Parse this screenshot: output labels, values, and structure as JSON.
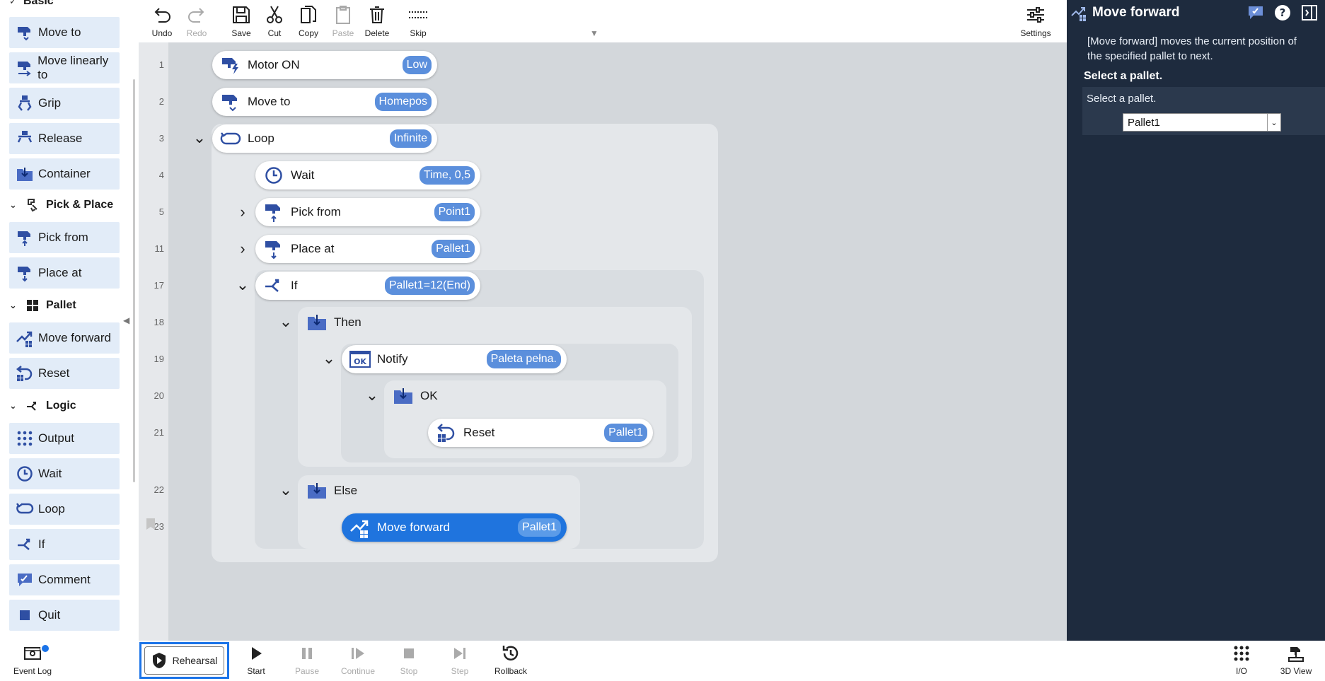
{
  "palette": {
    "cut_header": "Basic",
    "basic_items": [
      "Move to",
      "Move linearly to",
      "Grip",
      "Release",
      "Container"
    ],
    "pick_place_header": "Pick & Place",
    "pick_place_items": [
      "Pick from",
      "Place at"
    ],
    "pallet_header": "Pallet",
    "pallet_items": [
      "Move forward",
      "Reset"
    ],
    "logic_header": "Logic",
    "logic_items": [
      "Output",
      "Wait",
      "Loop",
      "If",
      "Comment",
      "Quit"
    ]
  },
  "toolbar": {
    "undo": "Undo",
    "redo": "Redo",
    "save": "Save",
    "cut": "Cut",
    "copy": "Copy",
    "paste": "Paste",
    "delete": "Delete",
    "skip": "Skip",
    "settings": "Settings"
  },
  "program": {
    "line_numbers": [
      "1",
      "2",
      "3",
      "4",
      "5",
      "11",
      "17",
      "18",
      "19",
      "20",
      "21",
      "22",
      "23"
    ],
    "blocks": {
      "motor_on": {
        "label": "Motor ON",
        "param": "Low"
      },
      "move_to": {
        "label": "Move to",
        "param": "Homepos"
      },
      "loop": {
        "label": "Loop",
        "param": "Infinite"
      },
      "wait": {
        "label": "Wait",
        "param": "Time, 0,5"
      },
      "pick_from": {
        "label": "Pick from",
        "param": "Point1"
      },
      "place_at": {
        "label": "Place at",
        "param": "Pallet1"
      },
      "if": {
        "label": "If",
        "param": "Pallet1=12(End)"
      },
      "then": {
        "label": "Then"
      },
      "notify": {
        "label": "Notify",
        "param": "Paleta pełna."
      },
      "ok": {
        "label": "OK"
      },
      "reset": {
        "label": "Reset",
        "param": "Pallet1"
      },
      "else": {
        "label": "Else"
      },
      "move_forward": {
        "label": "Move forward",
        "param": "Pallet1"
      }
    }
  },
  "right_panel": {
    "title": "Move forward",
    "description": "[Move forward] moves the current position of the specified pallet to next.",
    "section_title": "Select a pallet.",
    "field_label": "Select a pallet.",
    "selected_pallet": "Pallet1"
  },
  "bottom": {
    "event_log": "Event Log",
    "rehearsal": "Rehearsal",
    "start": "Start",
    "pause": "Pause",
    "continue": "Continue",
    "stop": "Stop",
    "step": "Step",
    "rollback": "Rollback",
    "io": "I/O",
    "view3d": "3D View"
  },
  "colors": {
    "accent": "#1f74de",
    "param_chip": "#5b8fdc",
    "icon_blue": "#2f4fa3",
    "right_panel_bg": "#1e2b3e",
    "palette_item_bg": "#e2ecf8"
  }
}
